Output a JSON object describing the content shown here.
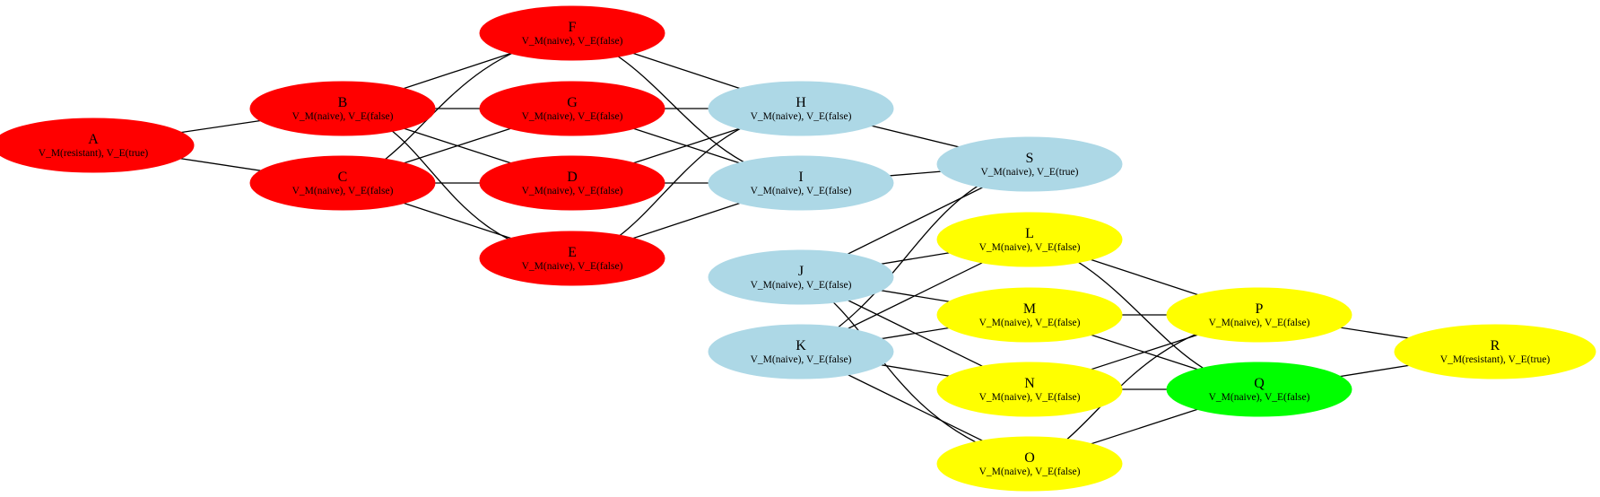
{
  "colors": {
    "red": "#ff0000",
    "lightblue": "#add8e6",
    "yellow": "#ffff00",
    "green": "#00ff00"
  },
  "nodes": [
    {
      "id": "A",
      "label": "A",
      "sub": "V_M(resistant), V_E(true)",
      "color": "red"
    },
    {
      "id": "B",
      "label": "B",
      "sub": "V_M(naive), V_E(false)",
      "color": "red"
    },
    {
      "id": "C",
      "label": "C",
      "sub": "V_M(naive), V_E(false)",
      "color": "red"
    },
    {
      "id": "F",
      "label": "F",
      "sub": "V_M(naive), V_E(false)",
      "color": "red"
    },
    {
      "id": "G",
      "label": "G",
      "sub": "V_M(naive), V_E(false)",
      "color": "red"
    },
    {
      "id": "D",
      "label": "D",
      "sub": "V_M(naive), V_E(false)",
      "color": "red"
    },
    {
      "id": "E",
      "label": "E",
      "sub": "V_M(naive), V_E(false)",
      "color": "red"
    },
    {
      "id": "H",
      "label": "H",
      "sub": "V_M(naive), V_E(false)",
      "color": "lightblue"
    },
    {
      "id": "I",
      "label": "I",
      "sub": "V_M(naive), V_E(false)",
      "color": "lightblue"
    },
    {
      "id": "J",
      "label": "J",
      "sub": "V_M(naive), V_E(false)",
      "color": "lightblue"
    },
    {
      "id": "K",
      "label": "K",
      "sub": "V_M(naive), V_E(false)",
      "color": "lightblue"
    },
    {
      "id": "S",
      "label": "S",
      "sub": "V_M(naive), V_E(true)",
      "color": "lightblue"
    },
    {
      "id": "L",
      "label": "L",
      "sub": "V_M(naive), V_E(false)",
      "color": "yellow"
    },
    {
      "id": "M",
      "label": "M",
      "sub": "V_M(naive), V_E(false)",
      "color": "yellow"
    },
    {
      "id": "N",
      "label": "N",
      "sub": "V_M(naive), V_E(false)",
      "color": "yellow"
    },
    {
      "id": "O",
      "label": "O",
      "sub": "V_M(naive), V_E(false)",
      "color": "yellow"
    },
    {
      "id": "P",
      "label": "P",
      "sub": "V_M(naive), V_E(false)",
      "color": "yellow"
    },
    {
      "id": "Q",
      "label": "Q",
      "sub": "V_M(naive), V_E(false)",
      "color": "green"
    },
    {
      "id": "R",
      "label": "R",
      "sub": "V_M(resistant), V_E(true)",
      "color": "yellow"
    }
  ],
  "edges": [
    [
      "A",
      "B"
    ],
    [
      "A",
      "C"
    ],
    [
      "B",
      "F"
    ],
    [
      "B",
      "G"
    ],
    [
      "B",
      "D"
    ],
    [
      "B",
      "E"
    ],
    [
      "C",
      "F"
    ],
    [
      "C",
      "G"
    ],
    [
      "C",
      "D"
    ],
    [
      "C",
      "E"
    ],
    [
      "F",
      "H"
    ],
    [
      "F",
      "I"
    ],
    [
      "G",
      "H"
    ],
    [
      "G",
      "I"
    ],
    [
      "D",
      "H"
    ],
    [
      "D",
      "I"
    ],
    [
      "E",
      "H"
    ],
    [
      "E",
      "I"
    ],
    [
      "H",
      "S"
    ],
    [
      "I",
      "S"
    ],
    [
      "J",
      "S"
    ],
    [
      "J",
      "L"
    ],
    [
      "J",
      "M"
    ],
    [
      "J",
      "N"
    ],
    [
      "J",
      "O"
    ],
    [
      "K",
      "S"
    ],
    [
      "K",
      "L"
    ],
    [
      "K",
      "M"
    ],
    [
      "K",
      "N"
    ],
    [
      "K",
      "O"
    ],
    [
      "L",
      "P"
    ],
    [
      "L",
      "Q"
    ],
    [
      "M",
      "P"
    ],
    [
      "M",
      "Q"
    ],
    [
      "N",
      "P"
    ],
    [
      "N",
      "Q"
    ],
    [
      "O",
      "P"
    ],
    [
      "O",
      "Q"
    ],
    [
      "P",
      "R"
    ],
    [
      "Q",
      "R"
    ]
  ]
}
